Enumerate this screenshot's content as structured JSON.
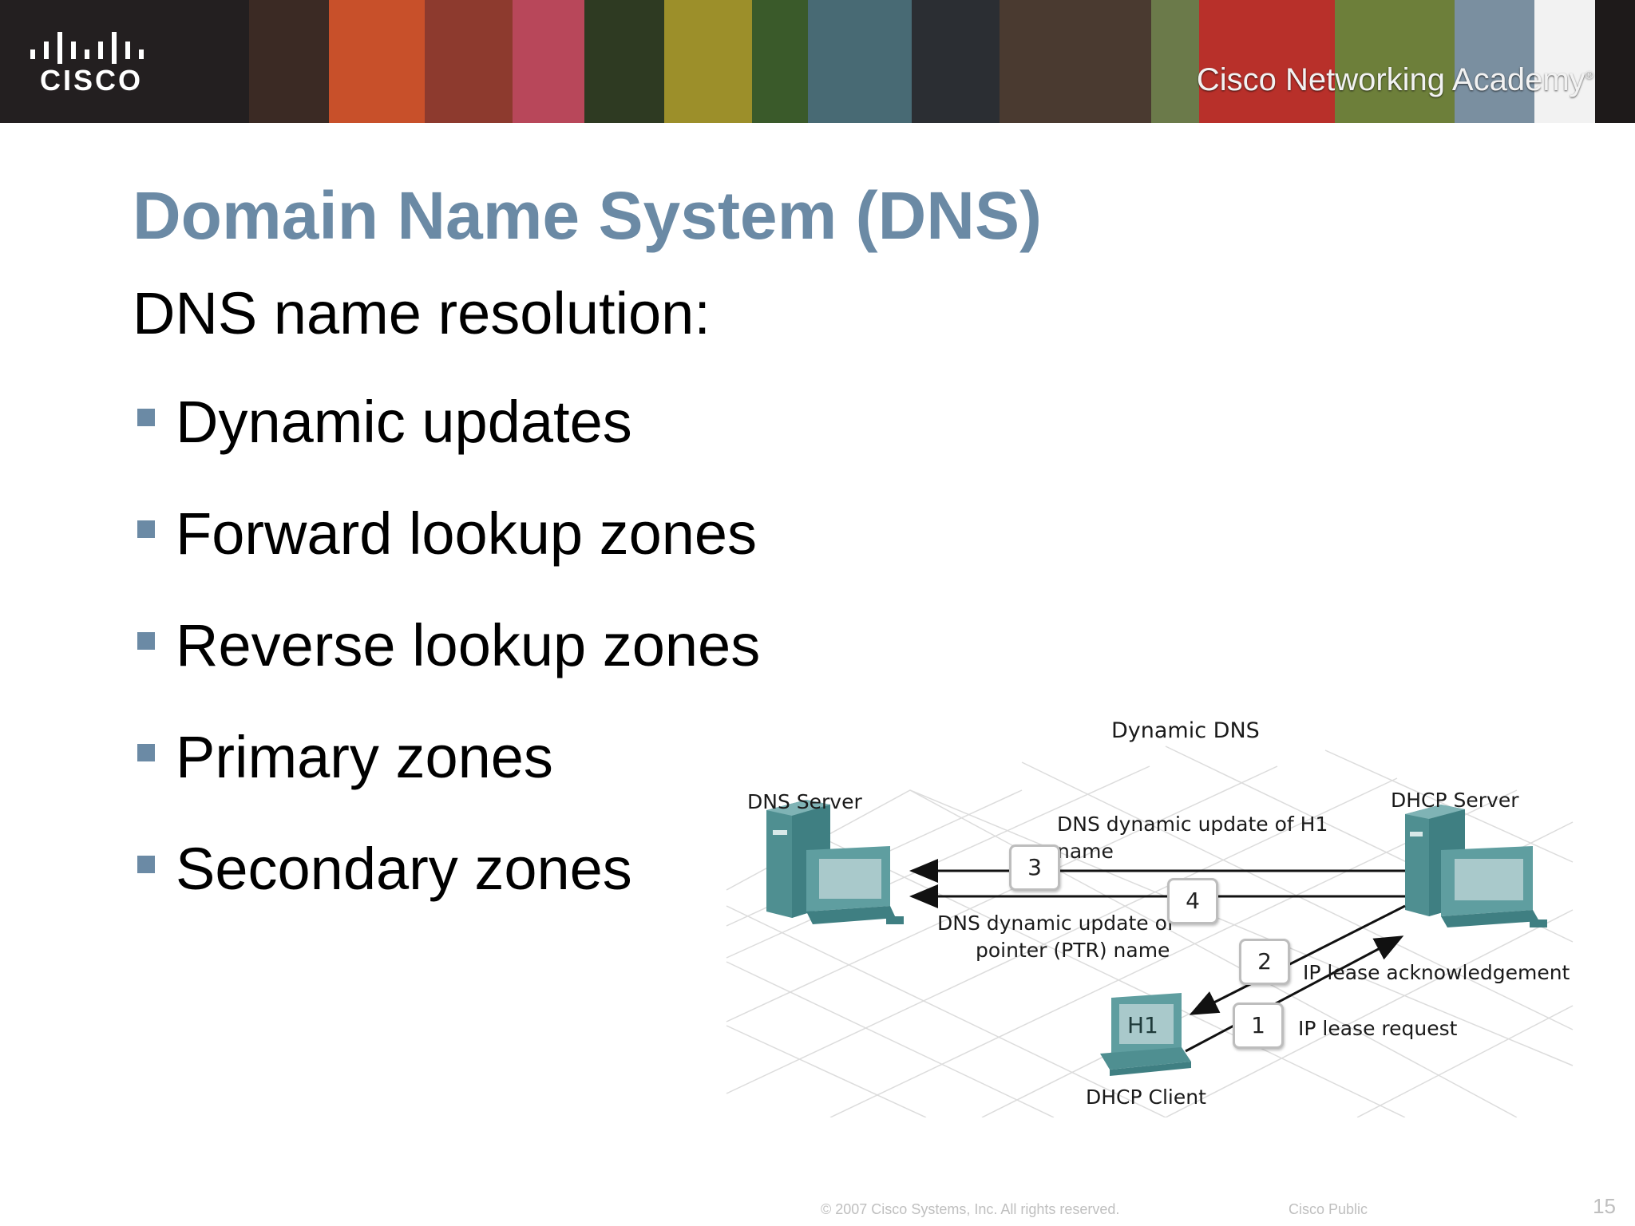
{
  "header": {
    "logo_text": "CISCO",
    "academy_text": "Cisco Networking Academy",
    "academy_mark": "®"
  },
  "slide": {
    "title": "Domain Name System (DNS)",
    "subtitle": "DNS name resolution:",
    "bullets": [
      "Dynamic updates",
      "Forward lookup zones",
      "Reverse lookup zones",
      "Primary zones",
      "Secondary zones"
    ]
  },
  "diagram": {
    "title": "Dynamic DNS",
    "dns_server_label": "DNS Server",
    "dhcp_server_label": "DHCP Server",
    "client_label": "DHCP Client",
    "client_screen": "H1",
    "step3_text_line1": "DNS dynamic update of H1",
    "step3_text_line2": "name",
    "step4_text_line1": "DNS dynamic update of",
    "step4_text_line2": "pointer (PTR) name",
    "step2_text": "IP lease acknowledgement",
    "step1_text": "IP lease request",
    "steps": [
      "1",
      "2",
      "3",
      "4"
    ],
    "colors": {
      "device": "#5f9ea0",
      "device_dark": "#3f7f82",
      "screen": "#a9c9cb"
    }
  },
  "footer": {
    "copyright": "© 2007 Cisco Systems, Inc. All rights reserved.",
    "classification": "Cisco Public",
    "page_number": "15"
  },
  "colors": {
    "title": "#6b8aa5",
    "bullet": "#6b8aa5"
  }
}
